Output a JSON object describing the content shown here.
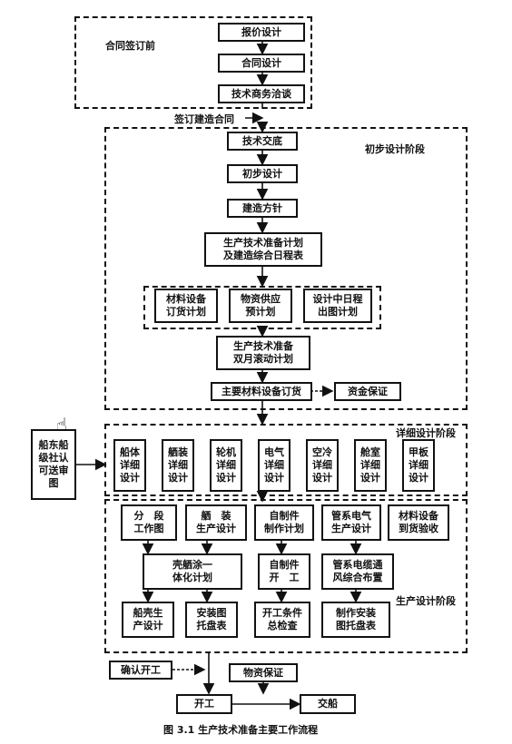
{
  "phases": {
    "pre_contract": "合同签订前",
    "preliminary": "初步设计阶段",
    "detailed": "详细设计阶段",
    "production": "生产设计阶段"
  },
  "nodes": {
    "quote_design": "报价设计",
    "contract_design": "合同设计",
    "tech_business": "技术商务洽谈",
    "sign_contract": "签订建造合同",
    "tech_handover": "技术交底",
    "preliminary_design": "初步设计",
    "build_policy": "建造方针",
    "prod_plan": "生产技术准备计划\n及建造综合日程表",
    "material_order_plan": "材料设备\n订货计划",
    "supply_forecast": "物资供应\n预计划",
    "design_schedule": "设计中日程\n出图计划",
    "bimonthly_plan": "生产技术准备\n双月滚动计划",
    "main_material_order": "主要材料设备订货",
    "fund_guarantee": "资金保证",
    "owner_review": "船东船\n级社认\n可送审\n图",
    "hull_detail": "船体\n详细\n设计",
    "outfit_detail": "舾装\n详细\n设计",
    "engine_detail": "轮机\n详细\n设计",
    "electric_detail": "电气\n详细\n设计",
    "hvac_detail": "空冷\n详细\n设计",
    "cabin_detail": "舱室\n详细\n设计",
    "deck_detail": "甲板\n详细\n设计",
    "segment_drawing": "分　段\n工作图",
    "outfit_production": "舾　装\n生产设计",
    "selfmade_plan": "自制件\n制作计划",
    "pipe_elec_production": "管系电气\n生产设计",
    "material_acceptance": "材料设备\n到货验收",
    "hull_outfit_paint": "壳舾涂一\n体化计划",
    "selfmade_process": "自制件\n开　工",
    "pipe_cable_layout": "管系电缆通\n风综合布置",
    "hull_production": "船壳生\n产设计",
    "install_tray": "安装图\n托盘表",
    "start_check": "开工条件\n总检查",
    "make_install_tray": "制作安装\n图托盘表",
    "confirm_start": "确认开工",
    "material_guarantee": "物资保证",
    "start_work": "开工",
    "delivery": "交船"
  },
  "caption": "图 3.1 生产技术准备主要工作流程"
}
